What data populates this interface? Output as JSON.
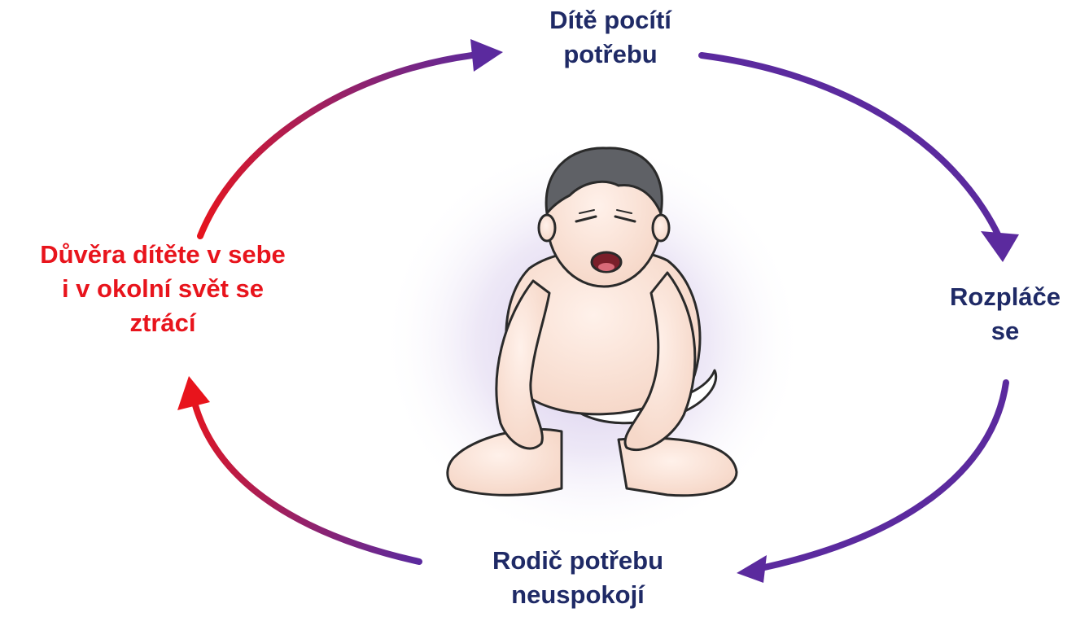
{
  "diagram": {
    "type": "cycle",
    "steps": [
      {
        "id": "top",
        "lines": [
          "Dítě pocítí",
          "potřebu"
        ]
      },
      {
        "id": "right",
        "lines": [
          "Rozpláče",
          "se"
        ]
      },
      {
        "id": "bottom",
        "lines": [
          "Rodič potřebu",
          "neuspokojí"
        ]
      },
      {
        "id": "left",
        "lines": [
          "Důvěra dítěte v sebe",
          "i v okolní svět se",
          "ztrácí"
        ]
      }
    ],
    "colors": {
      "step_text": "#1f2a66",
      "highlight_text": "#e8141c",
      "arrow_purple": "#5b2a9e",
      "arrow_red": "#e8141c",
      "glow": "#cdbfe6"
    },
    "center_image": "crying-baby-illustration"
  }
}
